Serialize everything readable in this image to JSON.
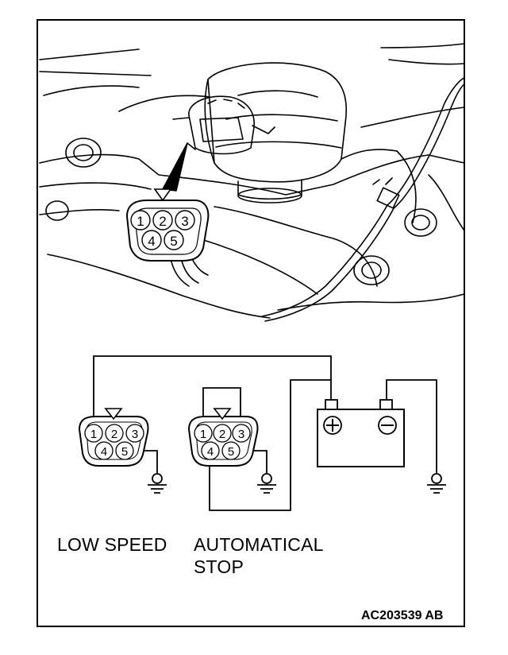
{
  "connector_pins": [
    "1",
    "2",
    "3",
    "4",
    "5"
  ],
  "labels": {
    "low_speed": "LOW SPEED",
    "automatical": "AUTOMATICAL",
    "stop": "STOP"
  },
  "figure_code": "AC203539 AB",
  "colors": {
    "ink": "#000000",
    "paper": "#ffffff"
  }
}
